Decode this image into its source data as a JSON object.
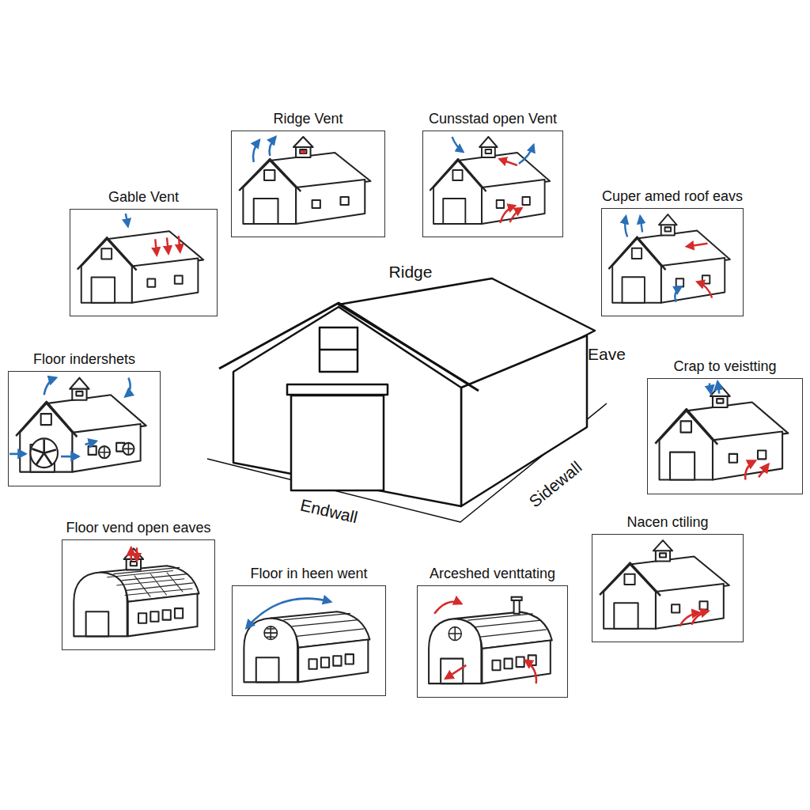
{
  "diagram": {
    "nodes": [
      {
        "text": [
          "Ridge Vent"
        ]
      },
      {
        "text": [
          "Cunsstad open Vent"
        ]
      },
      {
        "text": [
          "Gable Vent"
        ]
      },
      {
        "text": [
          "Cuper amed roof eavs"
        ]
      },
      {
        "text": [
          "Floor indershets"
        ]
      },
      {
        "text": [
          "Crap to veistting"
        ]
      },
      {
        "text": [
          "Floor vend open eaves"
        ]
      },
      {
        "text": [
          "Nacen ctiling"
        ]
      },
      {
        "text": [
          "Floor in heen went"
        ]
      },
      {
        "text": [
          "Arceshed venttating"
        ]
      }
    ],
    "labels": [
      "Ridge",
      "Eave",
      "Endwall",
      "Sidewall"
    ]
  }
}
